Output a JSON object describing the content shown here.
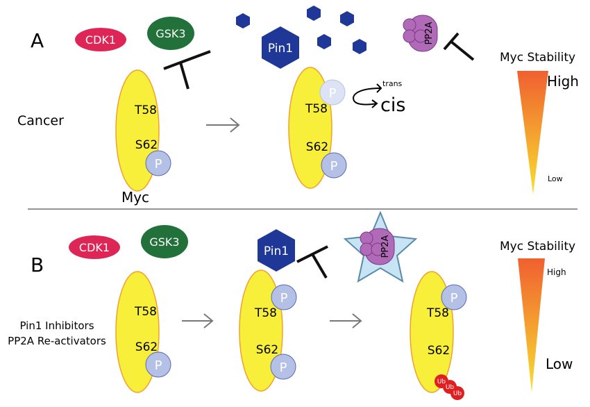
{
  "colors": {
    "myc_fill": "#f8ef3a",
    "myc_stroke": "#f0a030",
    "cdk1": "#dd2556",
    "gsk3": "#22703a",
    "pin1": "#1f3898",
    "pp2a": "#b06ab8",
    "phospho": "#b4c0e6",
    "ub": "#e02020",
    "star_fill": "#c6e4f4",
    "divider": "#707070",
    "arrow": "#777777"
  },
  "panel_a": {
    "label": "A",
    "condition": "Cancer",
    "cdk1": "CDK1",
    "gsk3": "GSK3",
    "pin1": "Pin1",
    "pp2a": "PP2A",
    "t58": "T58",
    "s62": "S62",
    "myc": "Myc",
    "p": "P",
    "trans": "trans",
    "cis": "cis",
    "stability_title": "Myc Stability",
    "high": "High",
    "low": "Low"
  },
  "panel_b": {
    "label": "B",
    "condition_line1": "Pin1 Inhibitors",
    "condition_line2": "PP2A Re-activators",
    "cdk1": "CDK1",
    "gsk3": "GSK3",
    "pin1": "Pin1",
    "pp2a": "PP2A",
    "t58": "T58",
    "s62": "S62",
    "p": "P",
    "ub": "Ub",
    "stability_title": "Myc Stability",
    "high": "High",
    "low": "Low"
  }
}
